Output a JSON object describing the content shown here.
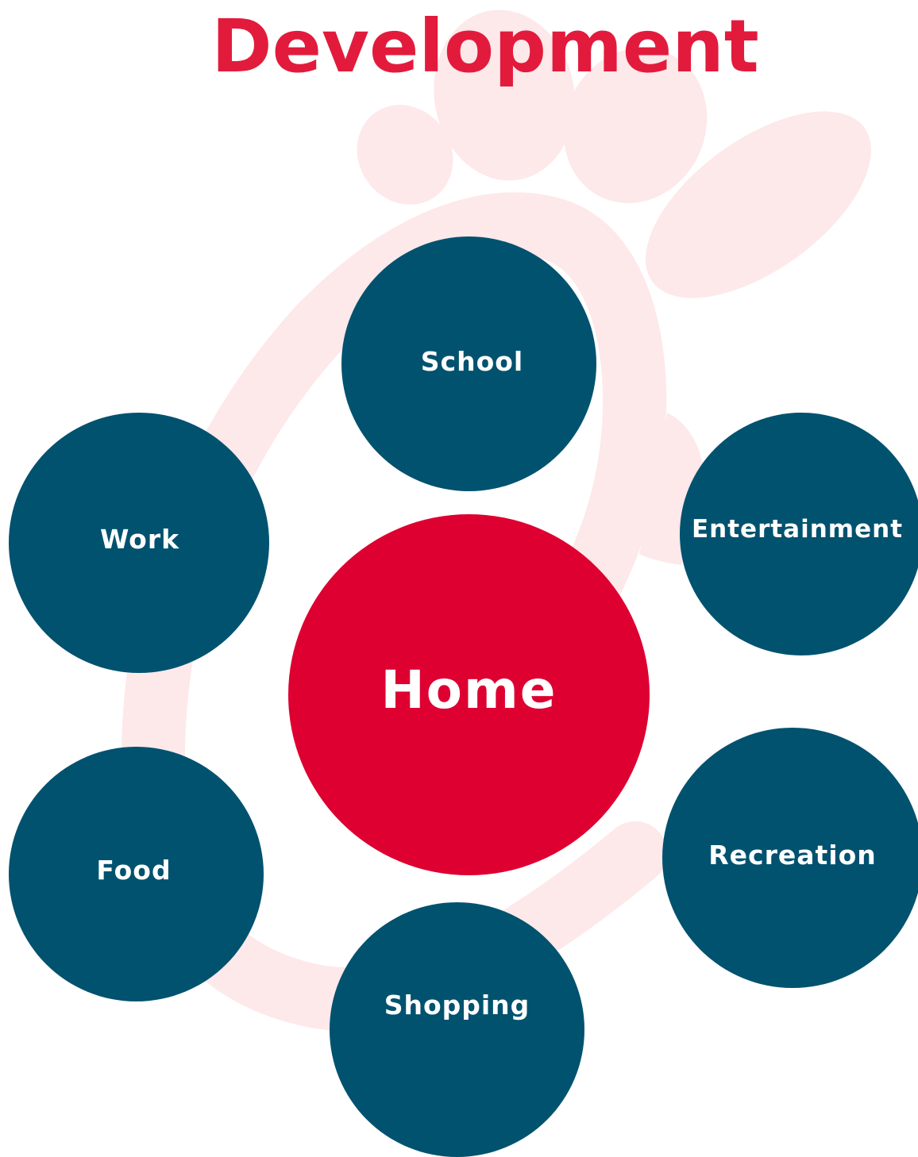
{
  "title": "Development",
  "colors": {
    "title": "#e21b3c",
    "center_fill": "#dd0031",
    "node_fill": "#00526f",
    "label_text": "#ffffff",
    "watermark": "#fde8ea"
  },
  "diagram": {
    "center": {
      "label": "Home"
    },
    "nodes": [
      {
        "id": "school",
        "label": "School"
      },
      {
        "id": "work",
        "label": "Work"
      },
      {
        "id": "entertainment",
        "label": "Entertainment"
      },
      {
        "id": "recreation",
        "label": "Recreation"
      },
      {
        "id": "food",
        "label": "Food"
      },
      {
        "id": "shopping",
        "label": "Shopping"
      }
    ]
  }
}
